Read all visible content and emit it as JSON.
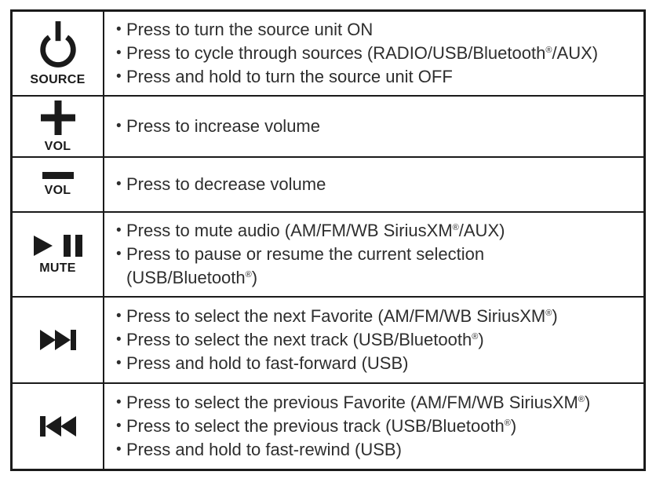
{
  "bullet_char": "•",
  "colors": {
    "border": "#1a1a1a",
    "icon": "#1a1a1a",
    "text": "#2e2e2e",
    "background": "#ffffff"
  },
  "rows": [
    {
      "icon": "power-icon",
      "label": "SOURCE",
      "bullets": [
        "Press to turn the source unit ON",
        "Press to cycle through sources (RADIO/USB/Bluetooth®/AUX)",
        "Press and hold to turn the source unit OFF"
      ]
    },
    {
      "icon": "volume-up-icon",
      "label": "VOL",
      "bullets": [
        "Press to increase volume"
      ]
    },
    {
      "icon": "volume-down-icon",
      "label": "VOL",
      "bullets": [
        "Press to decrease volume"
      ]
    },
    {
      "icon": "play-pause-icon",
      "label": "MUTE",
      "bullets": [
        "Press to mute audio (AM/FM/WB SiriusXM®/AUX)",
        "Press to pause or resume the current selection\n(USB/Bluetooth®)"
      ]
    },
    {
      "icon": "next-track-icon",
      "label": "",
      "bullets": [
        "Press to select the next Favorite (AM/FM/WB SiriusXM®)",
        "Press to select the next track (USB/Bluetooth®)",
        "Press and hold to fast-forward (USB)"
      ]
    },
    {
      "icon": "previous-track-icon",
      "label": "",
      "bullets": [
        "Press to select the previous Favorite (AM/FM/WB SiriusXM®)",
        "Press to select the previous track (USB/Bluetooth®)",
        "Press and hold to fast-rewind (USB)"
      ]
    }
  ]
}
